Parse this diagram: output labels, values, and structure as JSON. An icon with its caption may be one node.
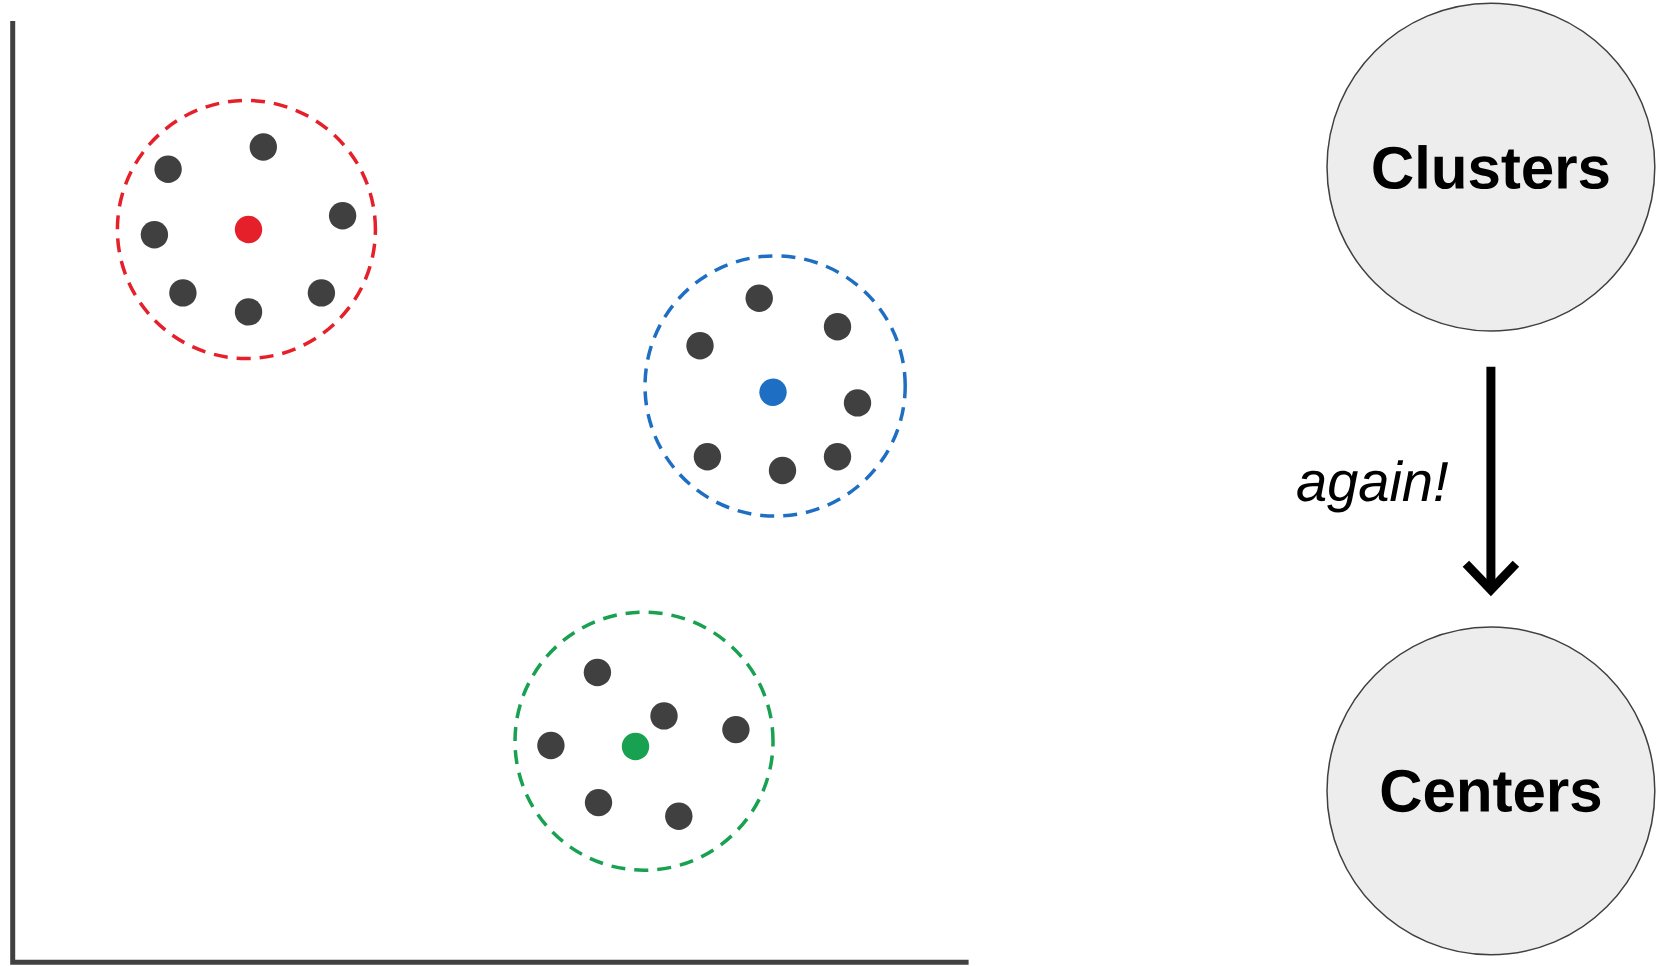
{
  "diagram": {
    "nodes": [
      {
        "text": [
          "Clusters"
        ]
      },
      {
        "text": [
          "Centers"
        ]
      }
    ],
    "edges": [
      {
        "from": 0,
        "to": 1,
        "arrow": "to",
        "label": "again!"
      }
    ]
  }
}
